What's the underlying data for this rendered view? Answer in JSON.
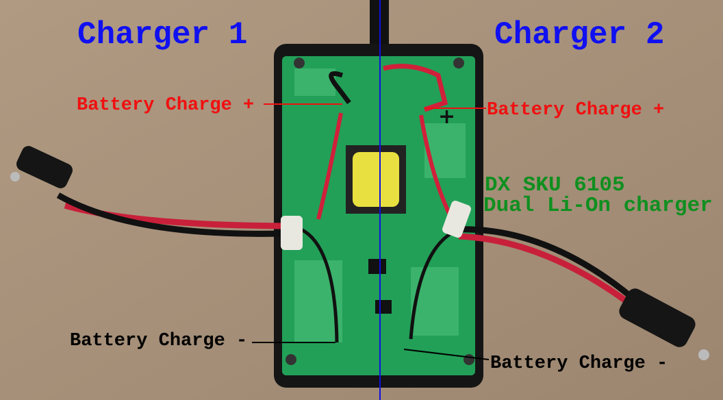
{
  "labels": {
    "charger1": "Charger 1",
    "charger2": "Charger 2",
    "charge_plus_left": "Battery Charge +",
    "charge_plus_right": "Battery Charge +",
    "charge_minus_left": "Battery Charge -",
    "charge_minus_right": "Battery Charge -",
    "product_line1": "DX SKU 6105",
    "product_line2": "Dual Li-On charger"
  },
  "colors": {
    "title": "#1010f0",
    "positive": "#f01010",
    "negative": "#000000",
    "product": "#0f8f1f",
    "divider": "#1010e0"
  }
}
